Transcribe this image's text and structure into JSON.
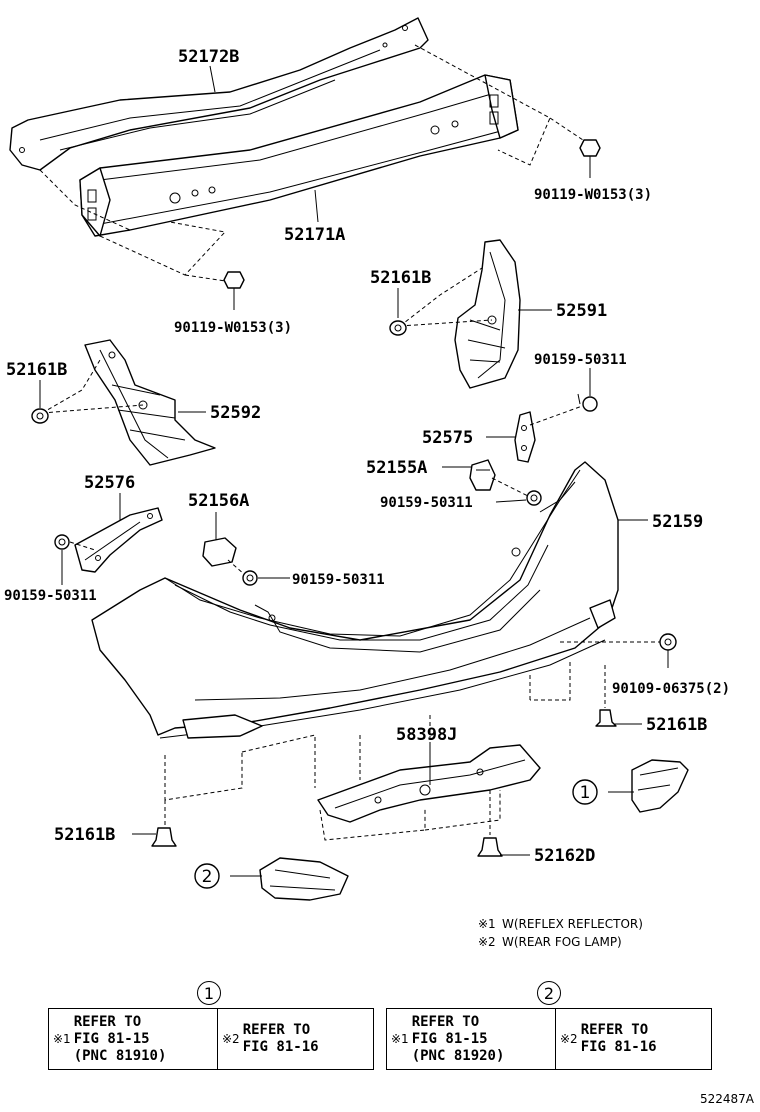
{
  "diagram": {
    "part_labels": {
      "p52172B": "52172B",
      "p52171A": "52171A",
      "p90119_right": "90119-W0153(3)",
      "p90119_left": "90119-W0153(3)",
      "p52161B_upper_right": "52161B",
      "p52591": "52591",
      "p52161B_left": "52161B",
      "p52592": "52592",
      "p90159_right_upper": "90159-50311",
      "p52575": "52575",
      "p52155A": "52155A",
      "p90159_center": "90159-50311",
      "p52576": "52576",
      "p52156A": "52156A",
      "p90159_mid": "90159-50311",
      "p52159": "52159",
      "p90159_left": "90159-50311",
      "p90109": "90109-06375(2)",
      "p52161B_right_lower": "52161B",
      "p58398J": "58398J",
      "p52161B_bottom_left": "52161B",
      "p52162D": "52162D"
    },
    "callouts": {
      "c1": "1",
      "c2": "2"
    },
    "notes": {
      "n1_mark": "※1",
      "n1_text": "W(REFLEX REFLECTOR)",
      "n2_mark": "※2",
      "n2_text": "W(REAR FOG LAMP)"
    }
  },
  "references": {
    "ref1": {
      "circle": "1",
      "left_mark": "※1",
      "left_text": "REFER TO\nFIG 81-15\n(PNC 81910)",
      "right_mark": "※2",
      "right_text": "REFER TO\nFIG 81-16"
    },
    "ref2": {
      "circle": "2",
      "left_mark": "※1",
      "left_text": "REFER TO\nFIG 81-15\n(PNC 81920)",
      "right_mark": "※2",
      "right_text": "REFER TO\nFIG 81-16"
    }
  },
  "drawing_id": "522487A"
}
